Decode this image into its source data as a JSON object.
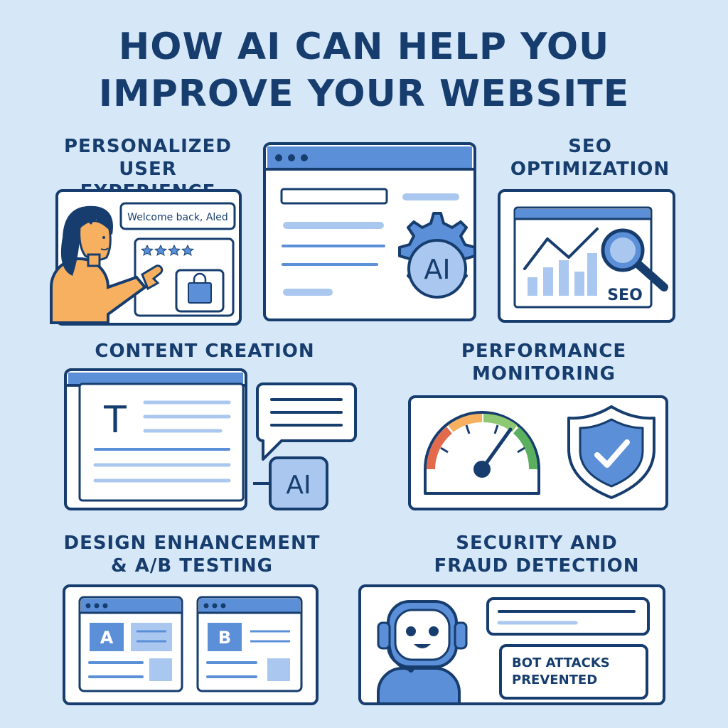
{
  "title": {
    "line1": "HOW AI CAN HELP YOU",
    "line2": "IMPROVE YOUR WEBSITE"
  },
  "sections": {
    "personalized": {
      "line1": "PERSONALIZED",
      "line2": "USER EXPERIENCE",
      "welcome_text": "Welcome back, Aled",
      "rating": {
        "stars": 4
      }
    },
    "ai_center": {
      "badge": "AI"
    },
    "seo": {
      "line1": "SEO",
      "line2": "OPTIMIZATION",
      "badge": "SEO"
    },
    "content": {
      "line1": "CONTENT CREATION",
      "letter": "T",
      "badge": "AI"
    },
    "performance": {
      "line1": "PERFORMANCE",
      "line2": "MONITORING"
    },
    "design": {
      "line1": "DESIGN ENHANCEMENT",
      "line2": "& A/B TESTING",
      "variant_a": "A",
      "variant_b": "B"
    },
    "security": {
      "line1": "SECURITY AND",
      "line2": "FRAUD DETECTION",
      "message_line1": "BOT ATTACKS",
      "message_line2": "PREVENTED"
    }
  },
  "colors": {
    "background": "#d6e8f8",
    "navy": "#163d6e",
    "blue": "#5b8fd8",
    "light_blue": "#aac8ef",
    "orange": "#f7b060",
    "green": "#5ab05e"
  }
}
